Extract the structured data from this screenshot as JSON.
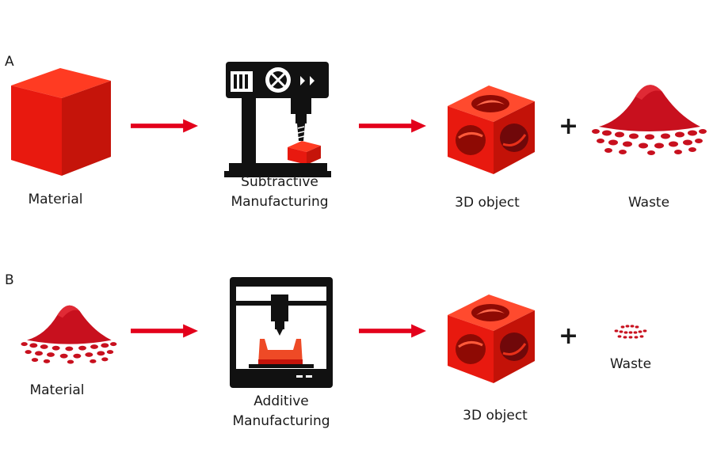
{
  "colors": {
    "accent": "#e3001b",
    "material_red": "#e8190f",
    "machine": "#111111"
  },
  "row_a": {
    "letter": "A",
    "material": {
      "label": "Material",
      "icon": "red-cube-icon"
    },
    "process": {
      "label_line1": "Subtractive",
      "label_line2": "Manufacturing",
      "icon": "milling-machine-icon"
    },
    "result": {
      "label": "3D object",
      "icon": "hollow-cube-icon"
    },
    "plus": "+",
    "waste": {
      "label": "Waste",
      "icon": "powder-pile-icon"
    }
  },
  "row_b": {
    "letter": "B",
    "material": {
      "label": "Material",
      "icon": "powder-pile-icon"
    },
    "process": {
      "label_line1": "Additive",
      "label_line2": "Manufacturing",
      "icon": "3d-printer-icon"
    },
    "result": {
      "label": "3D object",
      "icon": "hollow-cube-icon"
    },
    "plus": "+",
    "waste": {
      "label": "Waste",
      "icon": "small-scatter-icon"
    }
  }
}
